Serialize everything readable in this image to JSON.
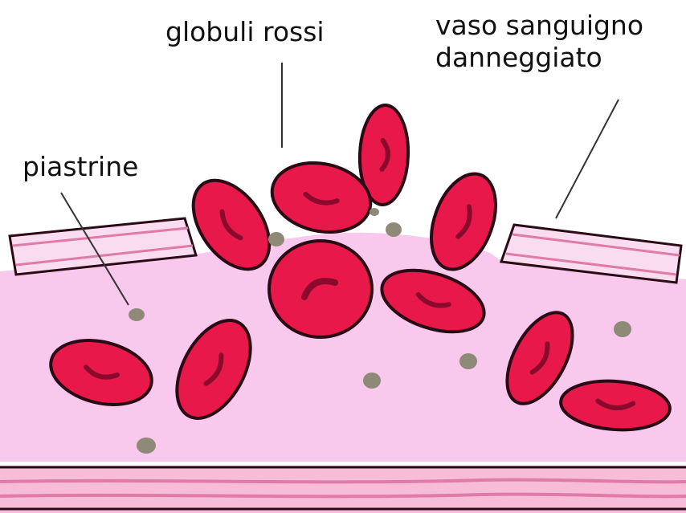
{
  "labels": {
    "red_blood_cells": "globuli rossi",
    "damaged_vessel_line1": "vaso sanguigno",
    "damaged_vessel_line2": "danneggiato",
    "platelets": "piastrine"
  },
  "colors": {
    "blood_plasma": "#f8c9ec",
    "vessel_wall_light": "#f9dcef",
    "vessel_wall_stripe": "#e07aa8",
    "red_cell_fill": "#e8184a",
    "red_cell_center": "#8a0a2c",
    "platelet": "#8f8a78",
    "outline": "#2a0a14",
    "leader_line": "#333333"
  }
}
